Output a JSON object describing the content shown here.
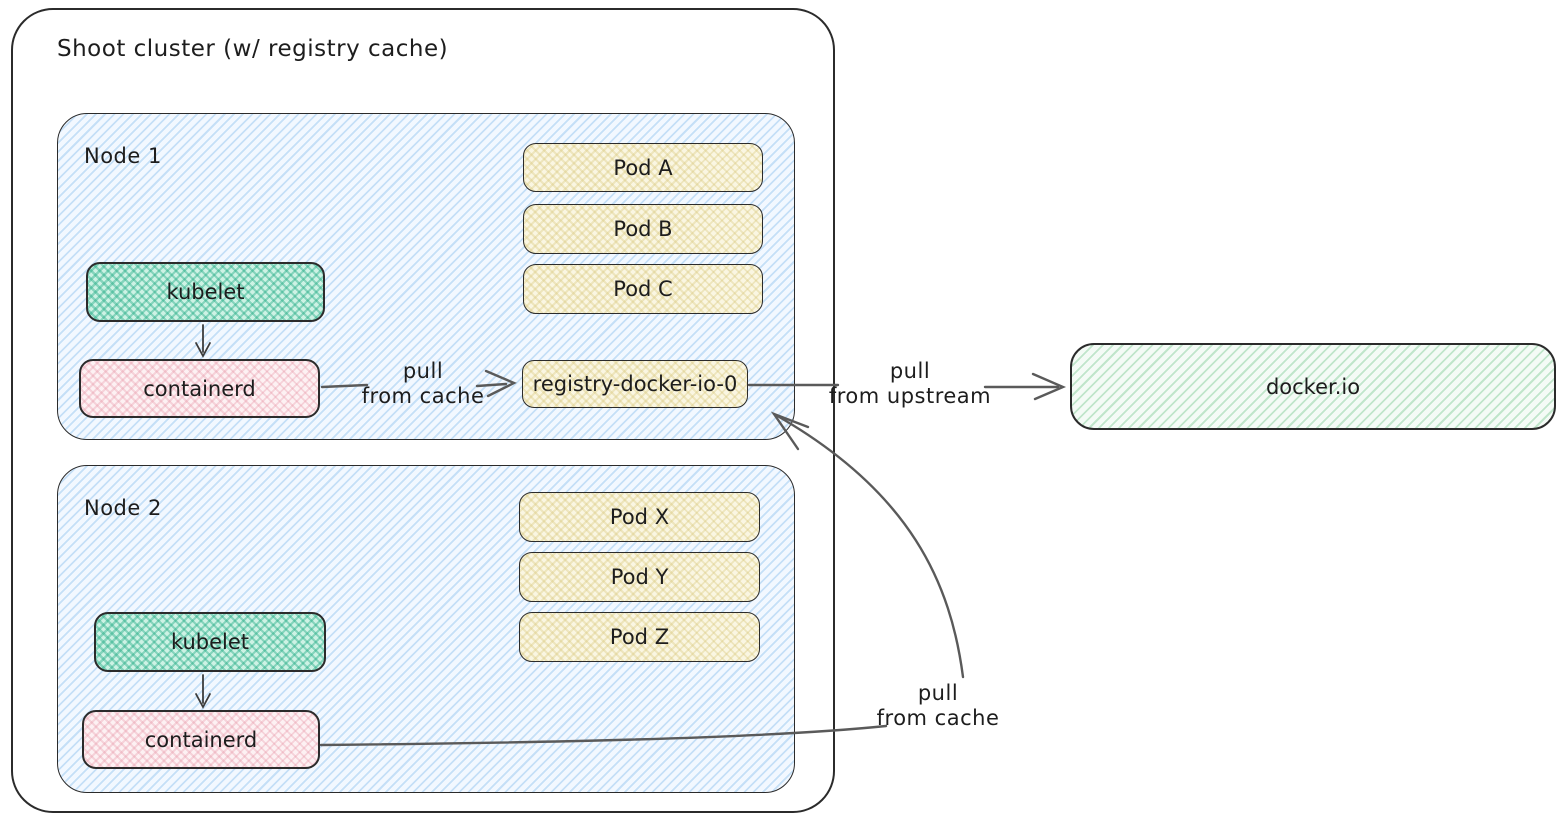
{
  "diagram": {
    "title": "Shoot cluster (w/ registry cache)",
    "node1": {
      "label": "Node 1",
      "kubelet": "kubelet",
      "containerd": "containerd",
      "pods": [
        "Pod A",
        "Pod B",
        "Pod C"
      ],
      "registry": "registry-docker-io-0"
    },
    "node2": {
      "label": "Node 2",
      "kubelet": "kubelet",
      "containerd": "containerd",
      "pods": [
        "Pod X",
        "Pod Y",
        "Pod Z"
      ]
    },
    "external_registry": "docker.io",
    "edges": {
      "node1_cache": {
        "line1": "pull",
        "line2": "from cache"
      },
      "upstream": {
        "line1": "pull",
        "line2": "from upstream"
      },
      "node2_cache": {
        "line1": "pull",
        "line2": "from cache"
      }
    },
    "colors": {
      "node_hatch": "#a0cbf0",
      "kubelet_fill": "#7eddc3",
      "containerd_fill": "#f6dde2",
      "pod_fill": "#f3eecb",
      "external_fill": "#d9f2de",
      "stroke": "#2b2b2b",
      "arrow": "#5a5a5a"
    }
  }
}
